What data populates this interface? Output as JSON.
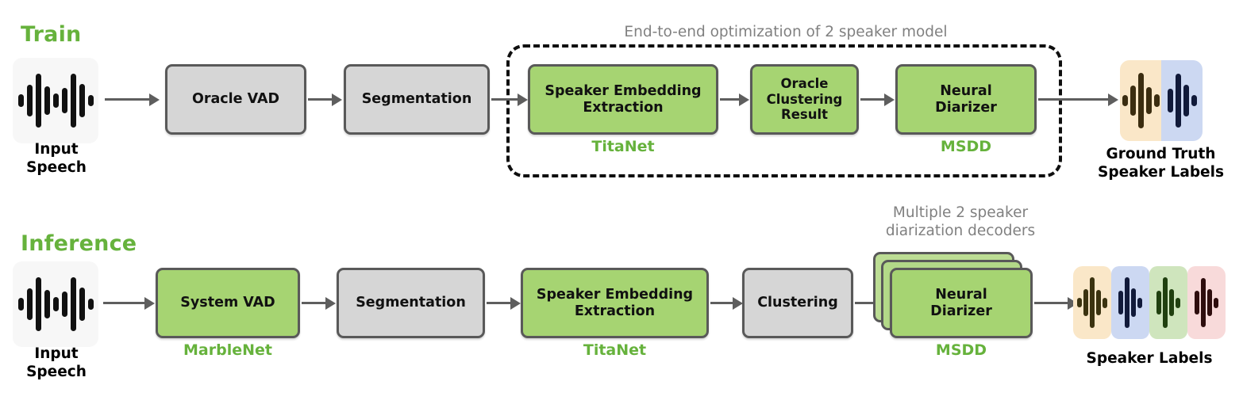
{
  "figure": {
    "title_train": "Train",
    "title_inference": "Inference",
    "accent_green": "#66b23c",
    "box_green": "#a6d472",
    "box_grey": "#d6d6d6",
    "border_grey": "#595959",
    "annotation_grey": "#808080"
  },
  "train": {
    "label": "Train",
    "input": {
      "caption": "Input\nSpeech",
      "icon": "waveform-icon"
    },
    "annotation": "End-to-end optimization of 2 speaker model",
    "boxes": [
      {
        "label": "Oracle VAD",
        "style": "grey",
        "caption": ""
      },
      {
        "label": "Segmentation",
        "style": "grey",
        "caption": ""
      },
      {
        "label": "Speaker Embedding\nExtraction",
        "style": "green",
        "caption": "TitaNet"
      },
      {
        "label": "Oracle\nClustering\nResult",
        "style": "green",
        "caption": ""
      },
      {
        "label": "Neural\nDiarizer",
        "style": "green",
        "caption": "MSDD"
      }
    ],
    "output": {
      "caption": "Ground Truth\nSpeaker Labels",
      "icon": "speaker-label-waveform-icon",
      "segments": [
        {
          "bg": "#fae7c8",
          "bar": "#3b2d10"
        },
        {
          "bg": "#ccd8f2",
          "bar": "#111a3a"
        }
      ]
    }
  },
  "inference": {
    "label": "Inference",
    "input": {
      "caption": "Input\nSpeech",
      "icon": "waveform-icon"
    },
    "annotation": "Multiple 2 speaker\ndiarization decoders",
    "boxes": [
      {
        "label": "System VAD",
        "style": "green",
        "caption": "MarbleNet"
      },
      {
        "label": "Segmentation",
        "style": "grey",
        "caption": ""
      },
      {
        "label": "Speaker Embedding\nExtraction",
        "style": "green",
        "caption": "TitaNet"
      },
      {
        "label": "Clustering",
        "style": "grey",
        "caption": ""
      },
      {
        "label": "Neural\nDiarizer",
        "style": "green",
        "caption": "MSDD",
        "stacked": true
      }
    ],
    "output": {
      "caption": "Speaker Labels",
      "icon": "speaker-label-waveform-icon",
      "segments": [
        {
          "bg": "#fae7c8",
          "bar": "#3b3310"
        },
        {
          "bg": "#ccd8f2",
          "bar": "#111a3a"
        },
        {
          "bg": "#cfe5bd",
          "bar": "#20400f"
        },
        {
          "bg": "#f8dada",
          "bar": "#2e0d0d"
        }
      ]
    }
  }
}
